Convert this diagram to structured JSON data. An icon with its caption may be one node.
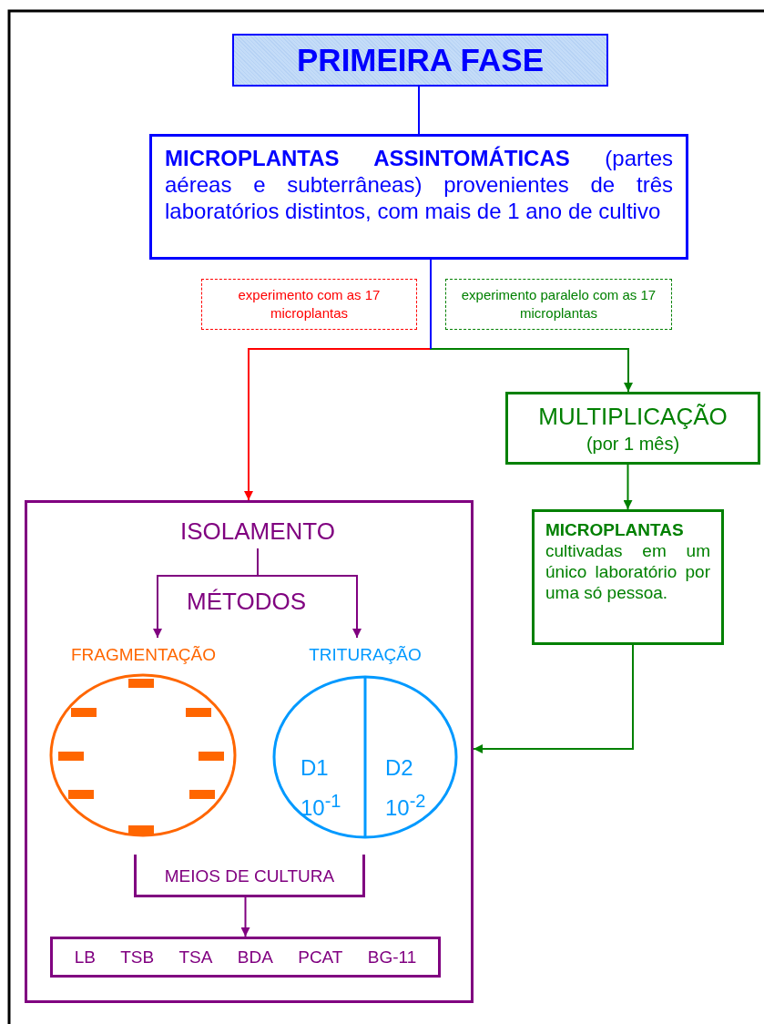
{
  "diagram": {
    "nodes": [
      {
        "text": [
          "PRIMEIRA FASE"
        ]
      },
      {
        "text": [
          "**MICROPLANTAS ASSINTOMÁTICAS** (partes aéreas e subterrâneas) provenientes de três laboratórios distintos, com mais de 1 ano de cultivo"
        ]
      },
      {
        "text": [
          "experimento com as 17 microplantas"
        ]
      },
      {
        "text": [
          "experimento paralelo com as 17 microplantas"
        ]
      },
      {
        "text": [
          "MULTIPLICAÇÃO",
          "(por 1 mês)"
        ]
      },
      {
        "text": [
          "**MICROPLANTAS** cultivadas em um único laboratório por uma só pessoa."
        ]
      },
      {
        "text": [],
        "shape": "box"
      },
      {
        "text": [
          "ISOLAMENTO"
        ],
        "in": 6
      },
      {
        "text": [
          "FRAGMENTAÇÃO"
        ],
        "in": 6
      },
      {
        "text": [
          "TRITURAÇÃO",
          "D1",
          "10$^{-1}$",
          "D2",
          "10$^{-2}$"
        ],
        "in": 6
      },
      {
        "text": [
          "MEIOS DE CULTURA"
        ],
        "in": 6
      },
      {
        "text": [
          "LB",
          "TSB",
          "TSA",
          "BDA",
          "PCAT",
          "BG-11"
        ],
        "in": 6
      }
    ],
    "edges": [
      {
        "from": 0,
        "to": 1,
        "arrow": "none",
        "color": "#0000ff"
      },
      {
        "from": 1,
        "to": 6,
        "arrow": "to",
        "color": "#ff0000"
      },
      {
        "from": 1,
        "to": 4,
        "arrow": "to",
        "color": "#008000"
      },
      {
        "from": 4,
        "to": 5,
        "arrow": "to",
        "color": "#008000"
      },
      {
        "from": 5,
        "to": 6,
        "arrow": "to",
        "color": "#008000"
      },
      {
        "from": 7,
        "to": 8,
        "arrow": "to",
        "color": "#800080"
      },
      {
        "from": 7,
        "to": 9,
        "arrow": "to",
        "color": "#800080"
      },
      {
        "from": 10,
        "to": 11,
        "arrow": "to",
        "color": "#800080"
      }
    ],
    "labels": [
      "MÉTODOS"
    ]
  }
}
